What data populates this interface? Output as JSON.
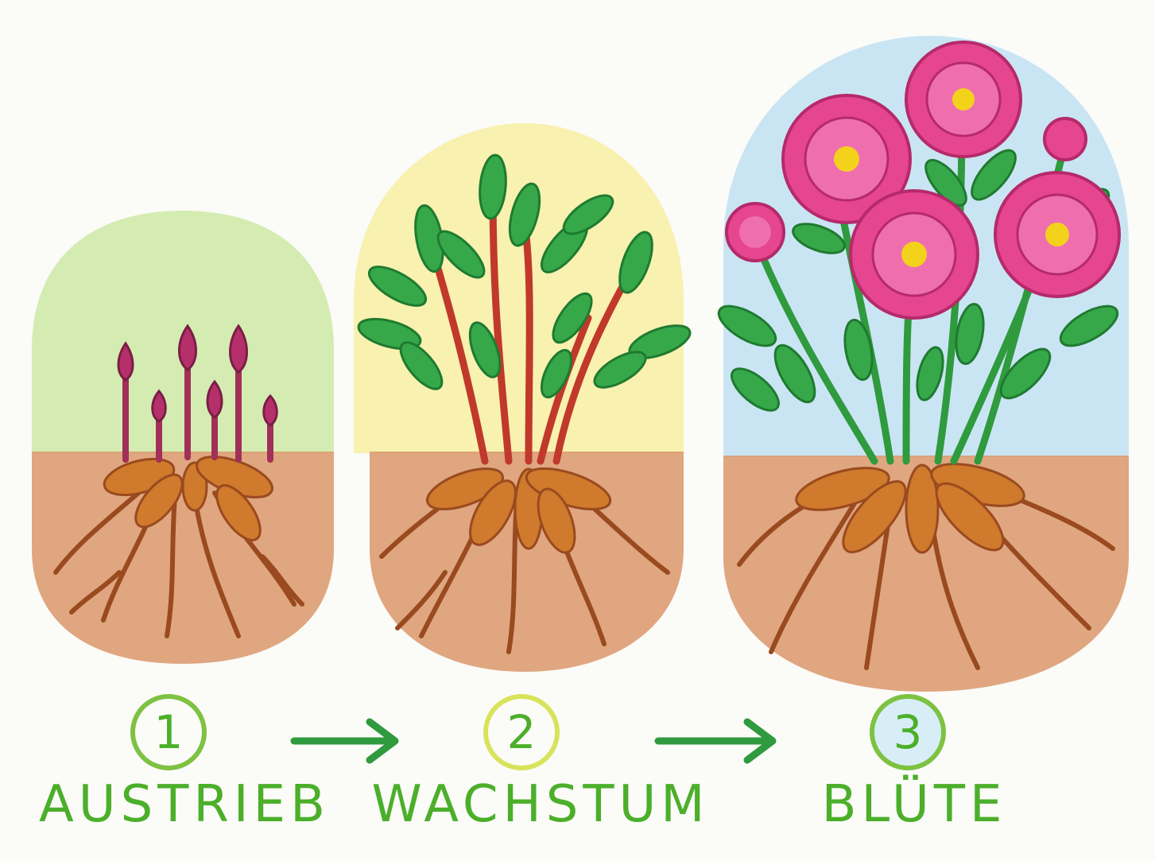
{
  "stages": [
    {
      "number": "1",
      "label": "AUSTRIEB",
      "bg_color": "#cde9a4"
    },
    {
      "number": "2",
      "label": "WACHSTUM",
      "bg_color": "#f7ef9c"
    },
    {
      "number": "3",
      "label": "BLÜTE",
      "bg_color": "#bfe0f2"
    }
  ],
  "colors": {
    "soil": "#d9976a",
    "roots": "#9a4a1f",
    "tubers": "#cf7a2c",
    "stems": "#c0392b",
    "leaves": "#36a84a",
    "bud": "#b5306a",
    "flower": "#e6458f",
    "flower_center": "#f3d21c",
    "accent": "#4caf2a"
  },
  "icons": {
    "arrow": "arrow-right-icon"
  }
}
